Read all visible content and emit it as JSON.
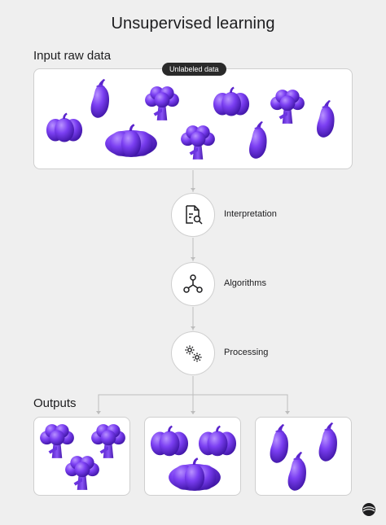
{
  "title": "Unsupervised learning",
  "input": {
    "label": "Input raw data",
    "badge": "Unlabeled data"
  },
  "steps": [
    {
      "label": "Interpretation",
      "icon": "document-search-icon"
    },
    {
      "label": "Algorithms",
      "icon": "network-nodes-icon"
    },
    {
      "label": "Processing",
      "icon": "gears-icon"
    }
  ],
  "outputs": {
    "label": "Outputs",
    "groups": [
      "broccoli",
      "pumpkin",
      "eggplant"
    ]
  },
  "colors": {
    "accent": "#7b3ff2",
    "accent_dark": "#4d1fb8",
    "accent_light": "#a77bff",
    "background": "#efefef",
    "panel": "#ffffff",
    "line": "#bdbdbd"
  },
  "logo": "brand-logo-icon"
}
